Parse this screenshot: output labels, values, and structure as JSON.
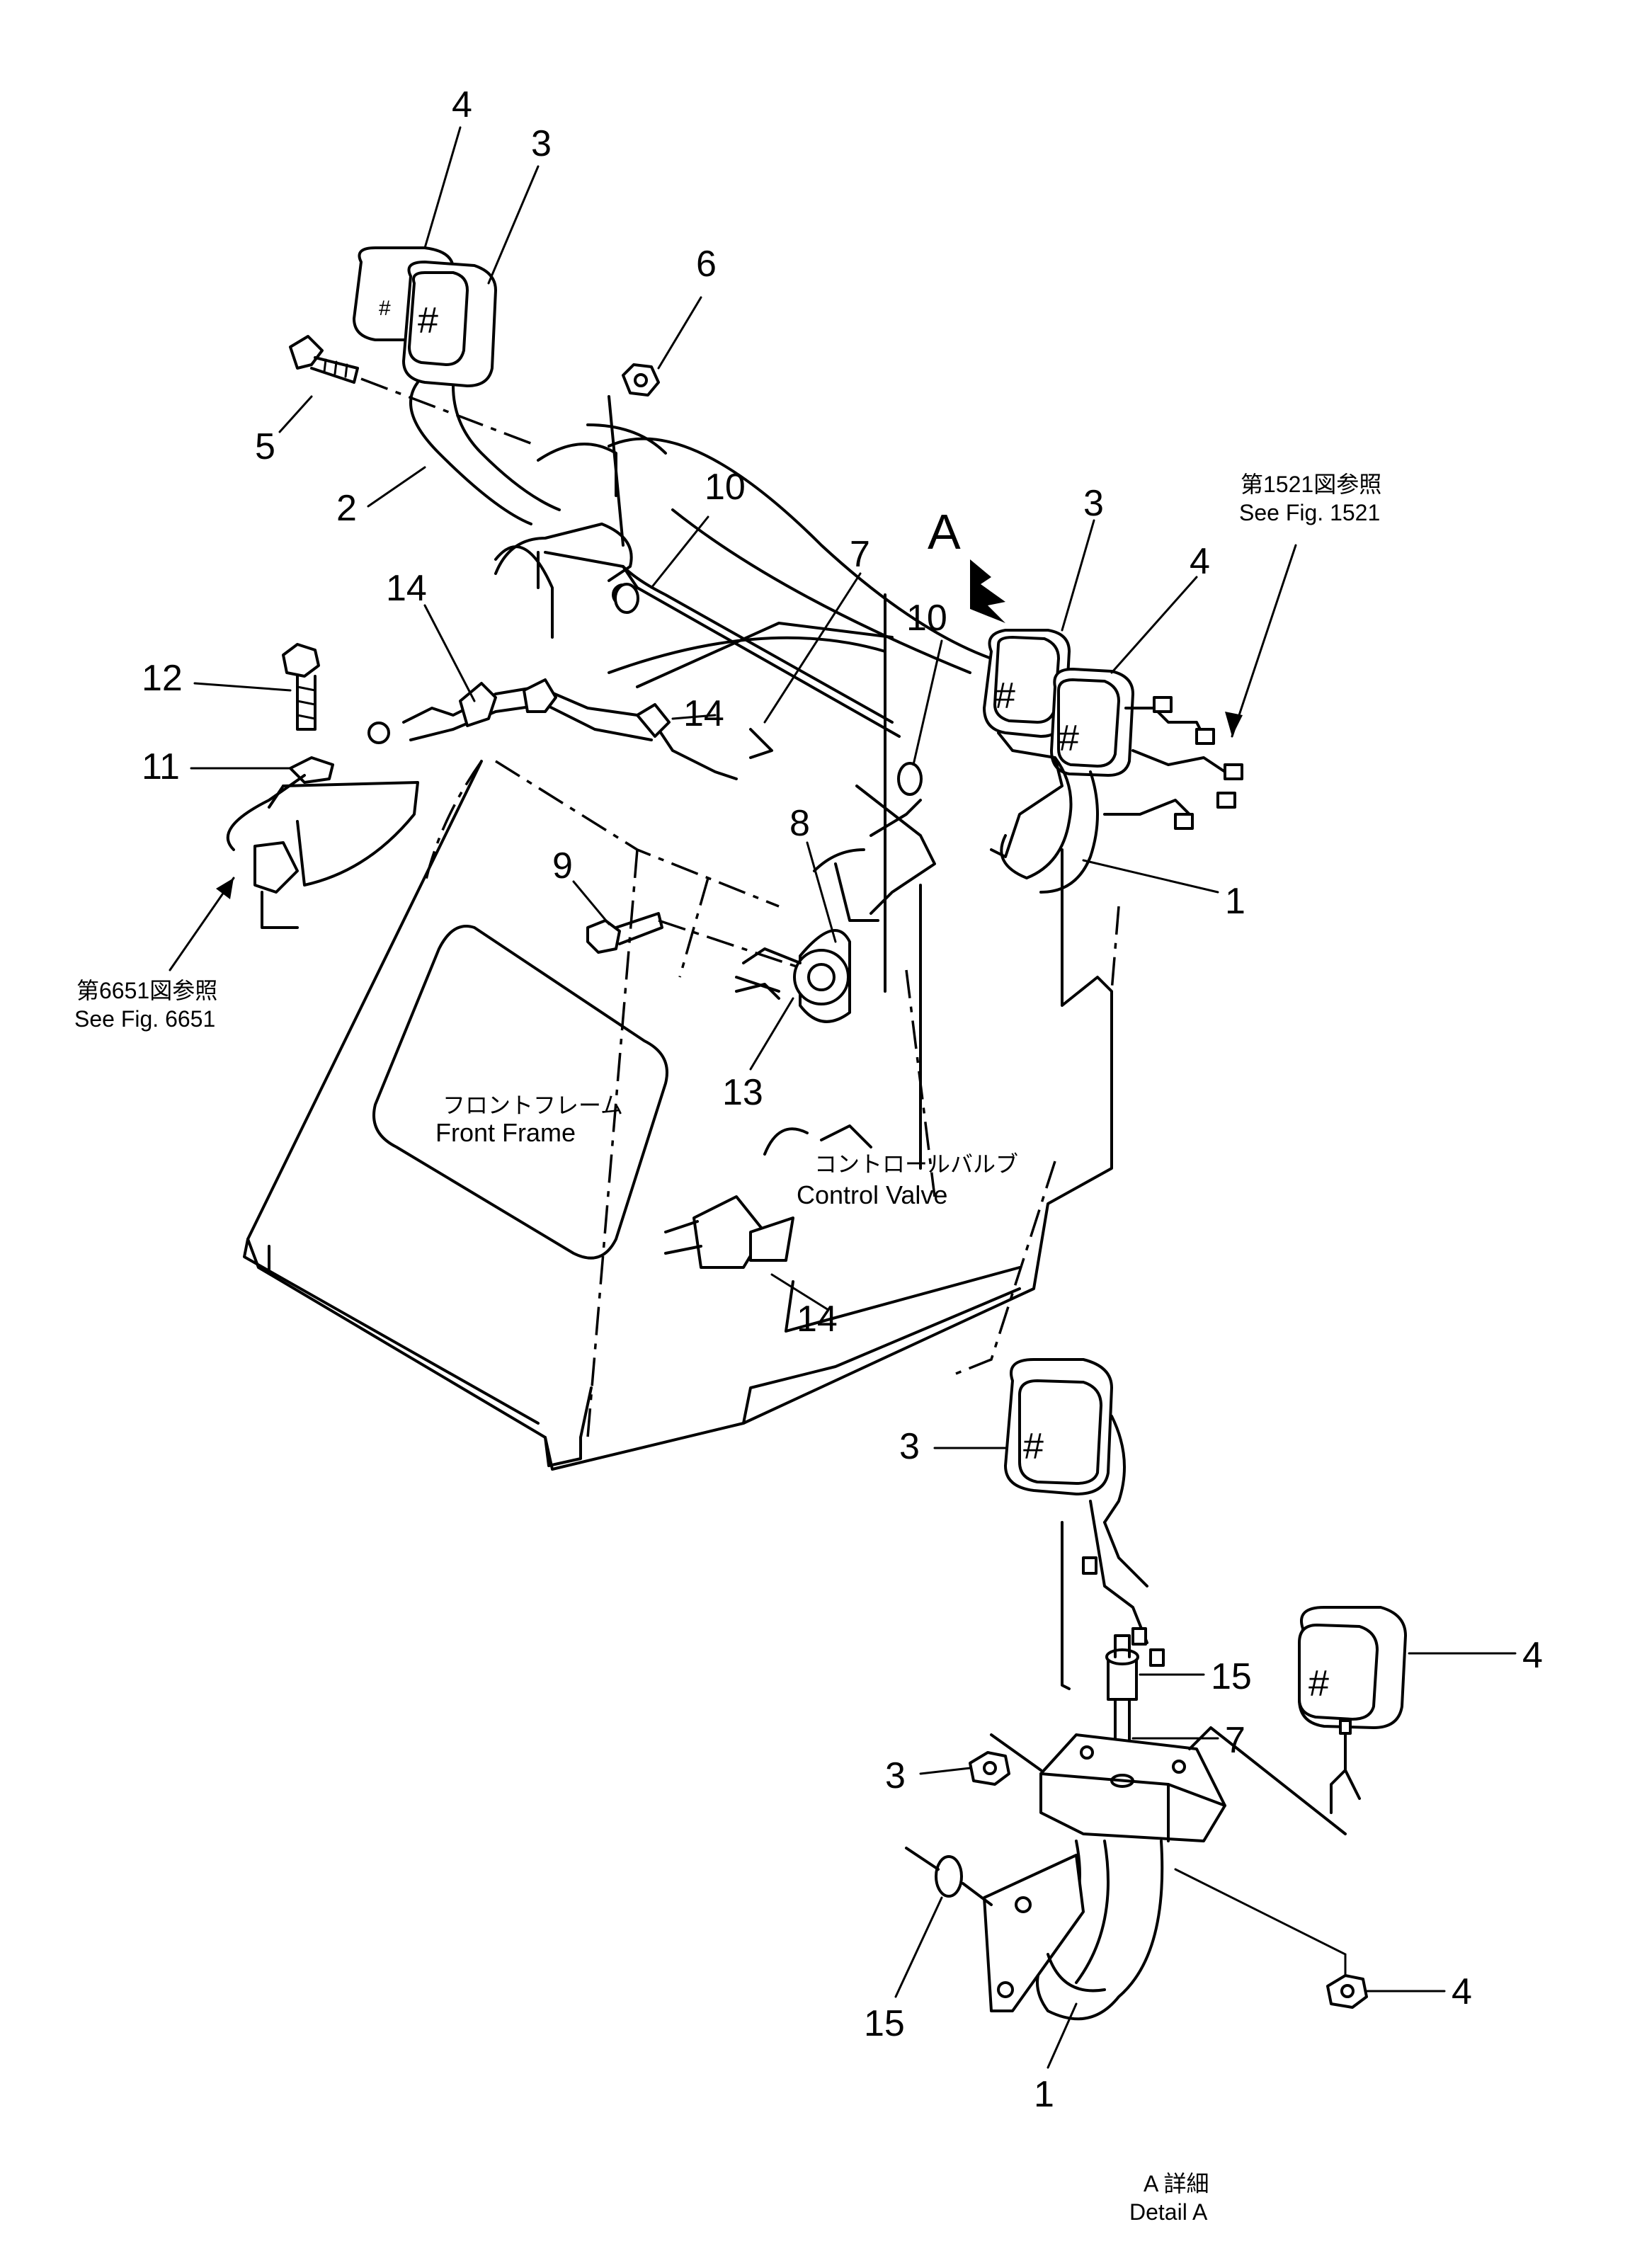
{
  "callouts": [
    "1",
    "2",
    "3",
    "4",
    "5",
    "6",
    "7",
    "8",
    "9",
    "10",
    "11",
    "12",
    "13",
    "14",
    "15"
  ],
  "detail_marker": "A",
  "notes": {
    "fig1521_jp": "第1521図参照",
    "fig1521_en": "See Fig. 1521",
    "fig6651_jp": "第6651図参照",
    "fig6651_en": "See Fig. 6651",
    "front_frame_jp": "フロントフレーム",
    "front_frame_en": "Front Frame",
    "control_valve_jp": "コントロールバルブ",
    "control_valve_en": "Control Valve",
    "detail_jp": "A 詳細",
    "detail_en": "Detail A"
  },
  "icons": [
    "work-lamp",
    "bolt",
    "nut",
    "horn",
    "grommet",
    "bracket",
    "wire-harness",
    "clip",
    "arrow"
  ]
}
